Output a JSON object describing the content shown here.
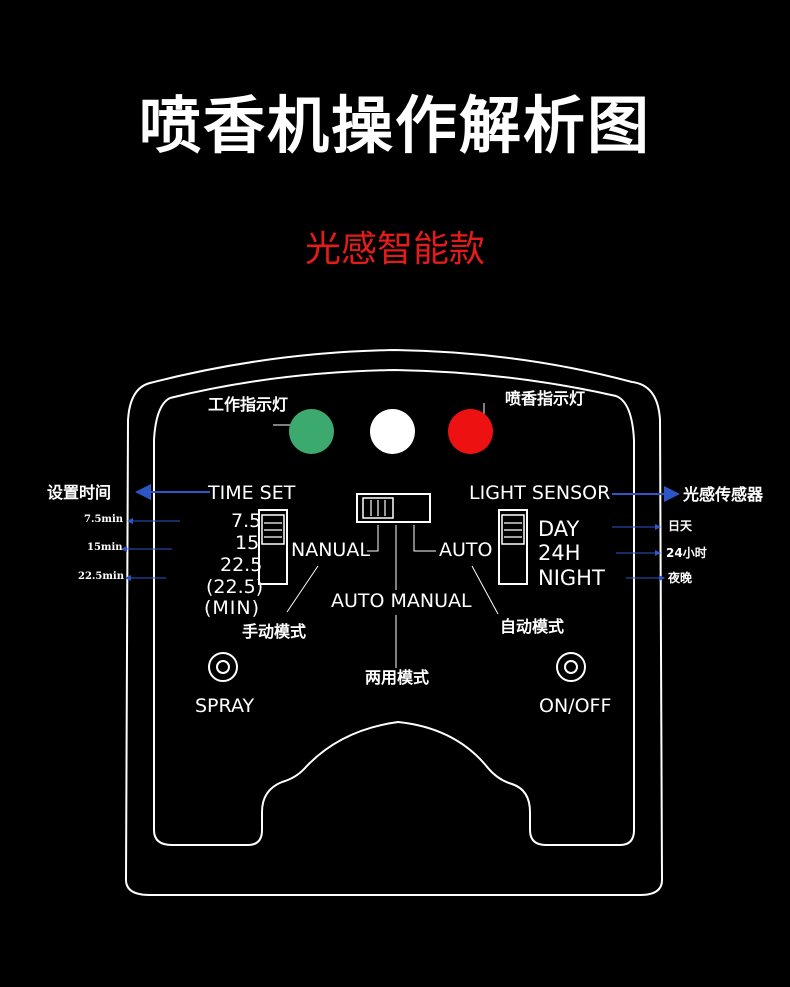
{
  "title": "喷香机操作解析图",
  "subtitle": "光感智能款",
  "colors": {
    "indicator_work": "#3caa6e",
    "indicator_middle": "#ffffff",
    "indicator_spray": "#ee1111",
    "subtitle": "#e31b1b",
    "arrow": "#2c55c8"
  },
  "labels": {
    "work_indicator": "工作指示灯",
    "spray_indicator": "喷香指示灯",
    "time_set_cn": "设置时间",
    "time_set": "TIME SET",
    "light_sensor": "LIGHT SENSOR",
    "light_sensor_cn": "光感传感器",
    "manual": "NANUAL",
    "auto": "AUTO",
    "auto_manual": "AUTO MANUAL",
    "manual_mode_cn": "手动模式",
    "auto_mode_cn": "自动模式",
    "dual_mode_cn": "两用模式",
    "spray": "SPRAY",
    "on_off": "ON/OFF"
  },
  "time_options": [
    "7.5",
    "15",
    "22.5",
    "(22.5)",
    "(MIN)"
  ],
  "time_side": [
    "7.5min",
    "15min",
    "22.5min"
  ],
  "light_options": [
    "DAY",
    "24H",
    "NIGHT"
  ],
  "light_side": [
    "日天",
    "24小时",
    "夜晚"
  ]
}
